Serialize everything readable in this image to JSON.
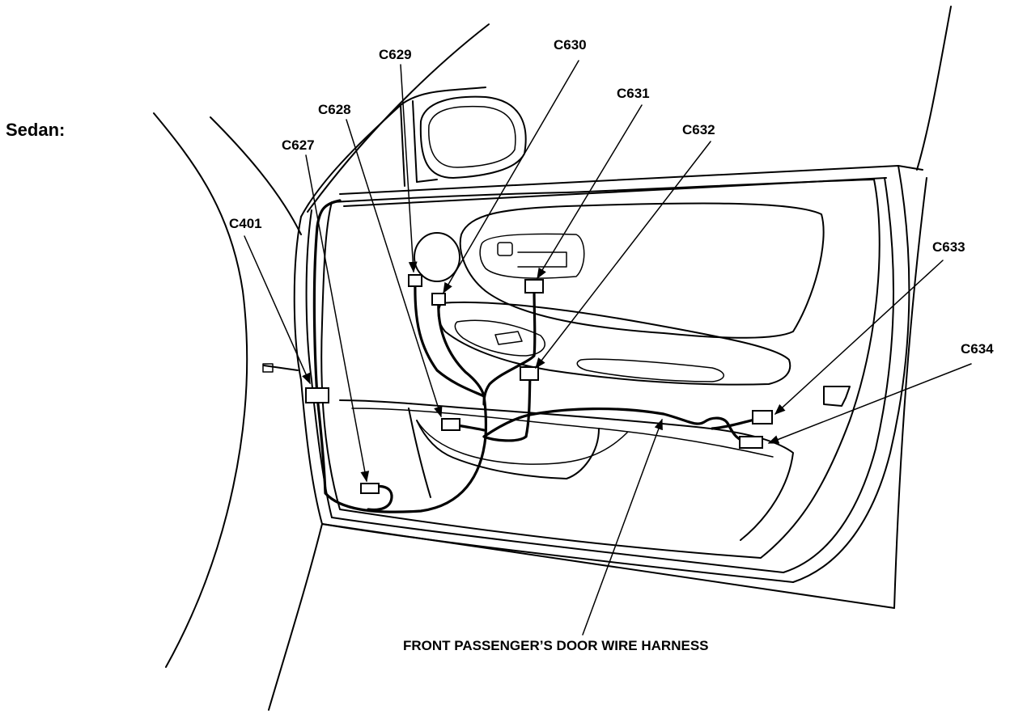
{
  "heading": "Sedan:",
  "harness_label": "FRONT PASSENGER’S DOOR WIRE HARNESS",
  "connectors": [
    {
      "id": "c401",
      "label": "C401"
    },
    {
      "id": "c627",
      "label": "C627"
    },
    {
      "id": "c628",
      "label": "C628"
    },
    {
      "id": "c629",
      "label": "C629"
    },
    {
      "id": "c630",
      "label": "C630"
    },
    {
      "id": "c631",
      "label": "C631"
    },
    {
      "id": "c632",
      "label": "C632"
    },
    {
      "id": "c633",
      "label": "C633"
    },
    {
      "id": "c634",
      "label": "C634"
    }
  ]
}
